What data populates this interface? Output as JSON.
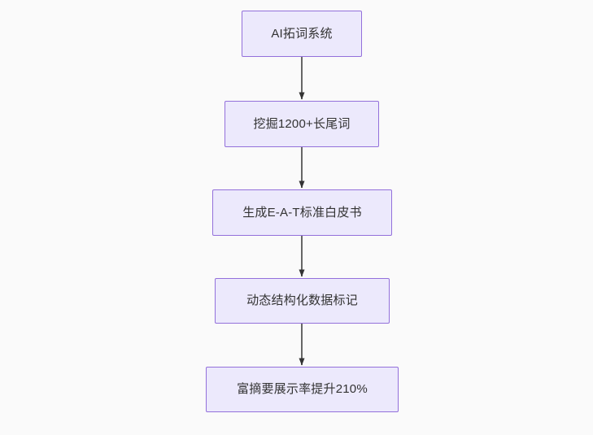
{
  "diagram": {
    "type": "flowchart",
    "direction": "top-to-bottom",
    "background_color": "#fafafa",
    "node_fill_color": "#ece9fc",
    "node_border_color": "#9370db",
    "node_text_color": "#333333",
    "edge_color": "#666666",
    "nodes": [
      {
        "id": "n0",
        "label": "AI拓词系统"
      },
      {
        "id": "n1",
        "label": "挖掘1200+长尾词"
      },
      {
        "id": "n2",
        "label": "生成E-A-T标准白皮书"
      },
      {
        "id": "n3",
        "label": "动态结构化数据标记"
      },
      {
        "id": "n4",
        "label": "富摘要展示率提升210%"
      }
    ],
    "edges": [
      {
        "from": "n0",
        "to": "n1",
        "label": "",
        "arrow": "arrow-down-icon"
      },
      {
        "from": "n1",
        "to": "n2",
        "label": "",
        "arrow": "arrow-down-icon"
      },
      {
        "from": "n2",
        "to": "n3",
        "label": "",
        "arrow": "arrow-down-icon"
      },
      {
        "from": "n3",
        "to": "n4",
        "label": "",
        "arrow": "arrow-down-icon"
      }
    ]
  }
}
